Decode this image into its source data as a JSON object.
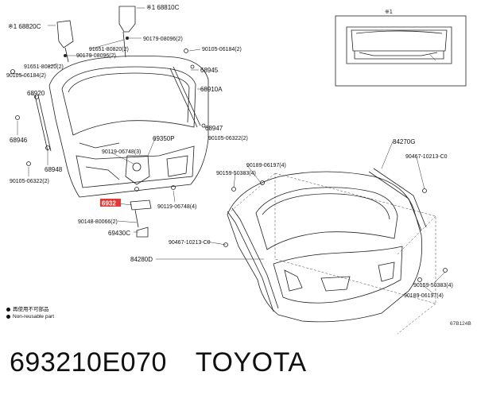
{
  "labels": {
    "p68810C": "※1 68810C",
    "p68820C": "※1 68820C",
    "p91651a": "91651-80820(2)",
    "p90179a": "90179-08096(2)",
    "p90179b": "90179-08096(2)",
    "p90105a": "90105-06184(2)",
    "p91651b": "91651-80820(2)",
    "p90105b": "90105-06184(2)",
    "p68945": "68945",
    "p68910A": "68910A",
    "p68920": "68920",
    "p68947": "68947",
    "p90105c": "90105-06322(2)",
    "p68946": "68946",
    "p69350P": "69350P",
    "p90119a": "90119-06748(3)",
    "p68948": "68948",
    "p90105d": "90105-06322(2)",
    "p6932": "6932",
    "p90119b": "90119-06748(4)",
    "p90148": "90148-80066(2)",
    "p69430C": "69430C",
    "p84270G": "84270G",
    "p90467a": "90467-10213-C0",
    "p90189a": "90189-06197(4)",
    "p90159a": "90159-50383(4)",
    "p90467b": "90467-10213-C0",
    "p84280D": "84280D",
    "p90159b": "90159-50383(4)",
    "p90189b": "90189-06197(4)",
    "inset_mark": "※1"
  },
  "legend": {
    "line1": "再使用不可部品",
    "line2": "Non-reusable part"
  },
  "drawing_code": "67B124B",
  "caption": {
    "part_number": "693210E070",
    "brand": "TOYOTA"
  },
  "colors": {
    "highlight": "#e53935",
    "line": "#222222"
  }
}
